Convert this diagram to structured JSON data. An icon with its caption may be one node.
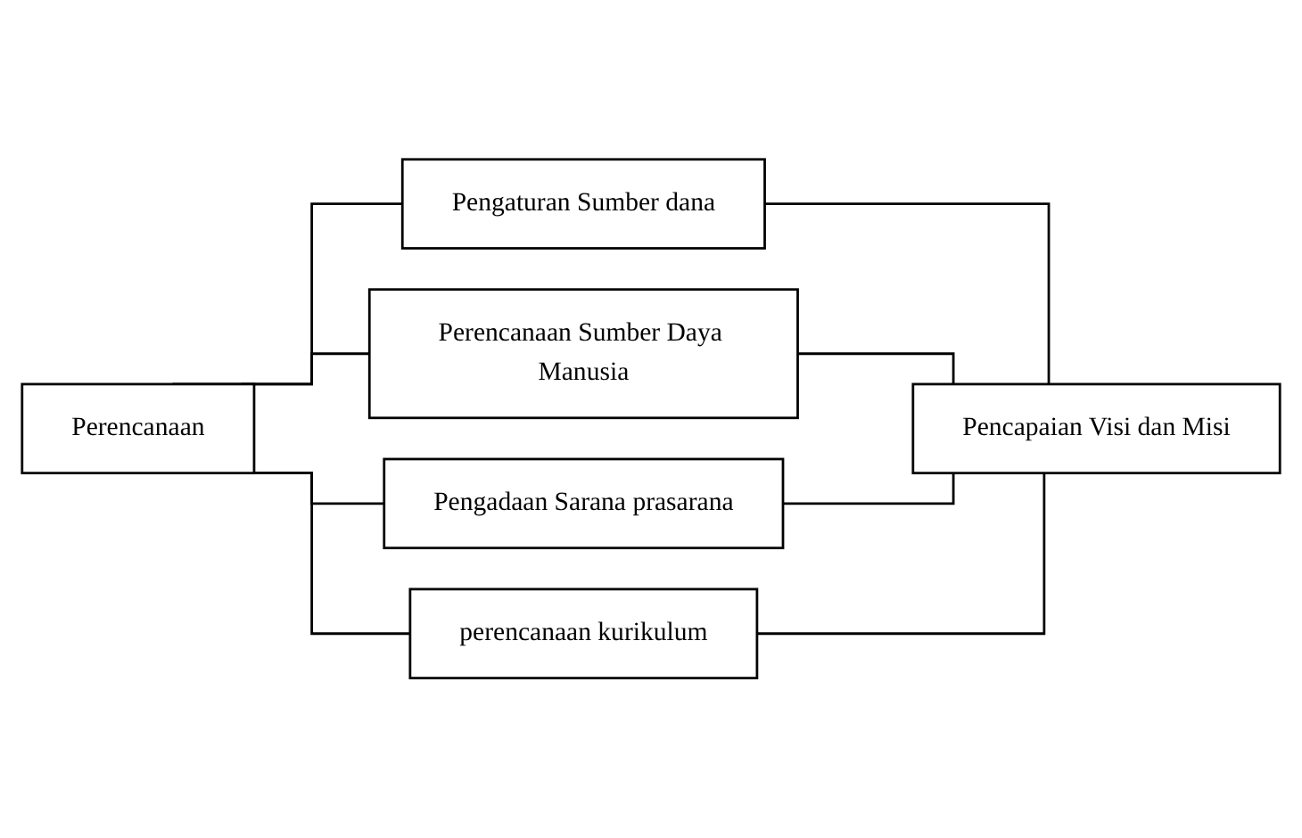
{
  "diagram": {
    "nodes": [
      {
        "text": [
          "Perencanaan"
        ]
      },
      {
        "text": [
          "Pengaturan Sumber dana"
        ]
      },
      {
        "text": [
          "Perencanaan Sumber Daya Manusia"
        ]
      },
      {
        "text": [
          "Pengadaan Sarana prasarana"
        ]
      },
      {
        "text": [
          "perencanaan kurikulum"
        ]
      },
      {
        "text": [
          "Pencapaian Visi dan Misi"
        ]
      }
    ],
    "edges": [
      {
        "from": 0,
        "to": 1,
        "arrow": "none"
      },
      {
        "from": 0,
        "to": 2,
        "arrow": "none"
      },
      {
        "from": 0,
        "to": 3,
        "arrow": "none"
      },
      {
        "from": 0,
        "to": 4,
        "arrow": "none"
      },
      {
        "from": 1,
        "to": 5,
        "arrow": "none"
      },
      {
        "from": 2,
        "to": 5,
        "arrow": "none"
      },
      {
        "from": 3,
        "to": 5,
        "arrow": "none"
      },
      {
        "from": 4,
        "to": 5,
        "arrow": "none"
      }
    ]
  }
}
